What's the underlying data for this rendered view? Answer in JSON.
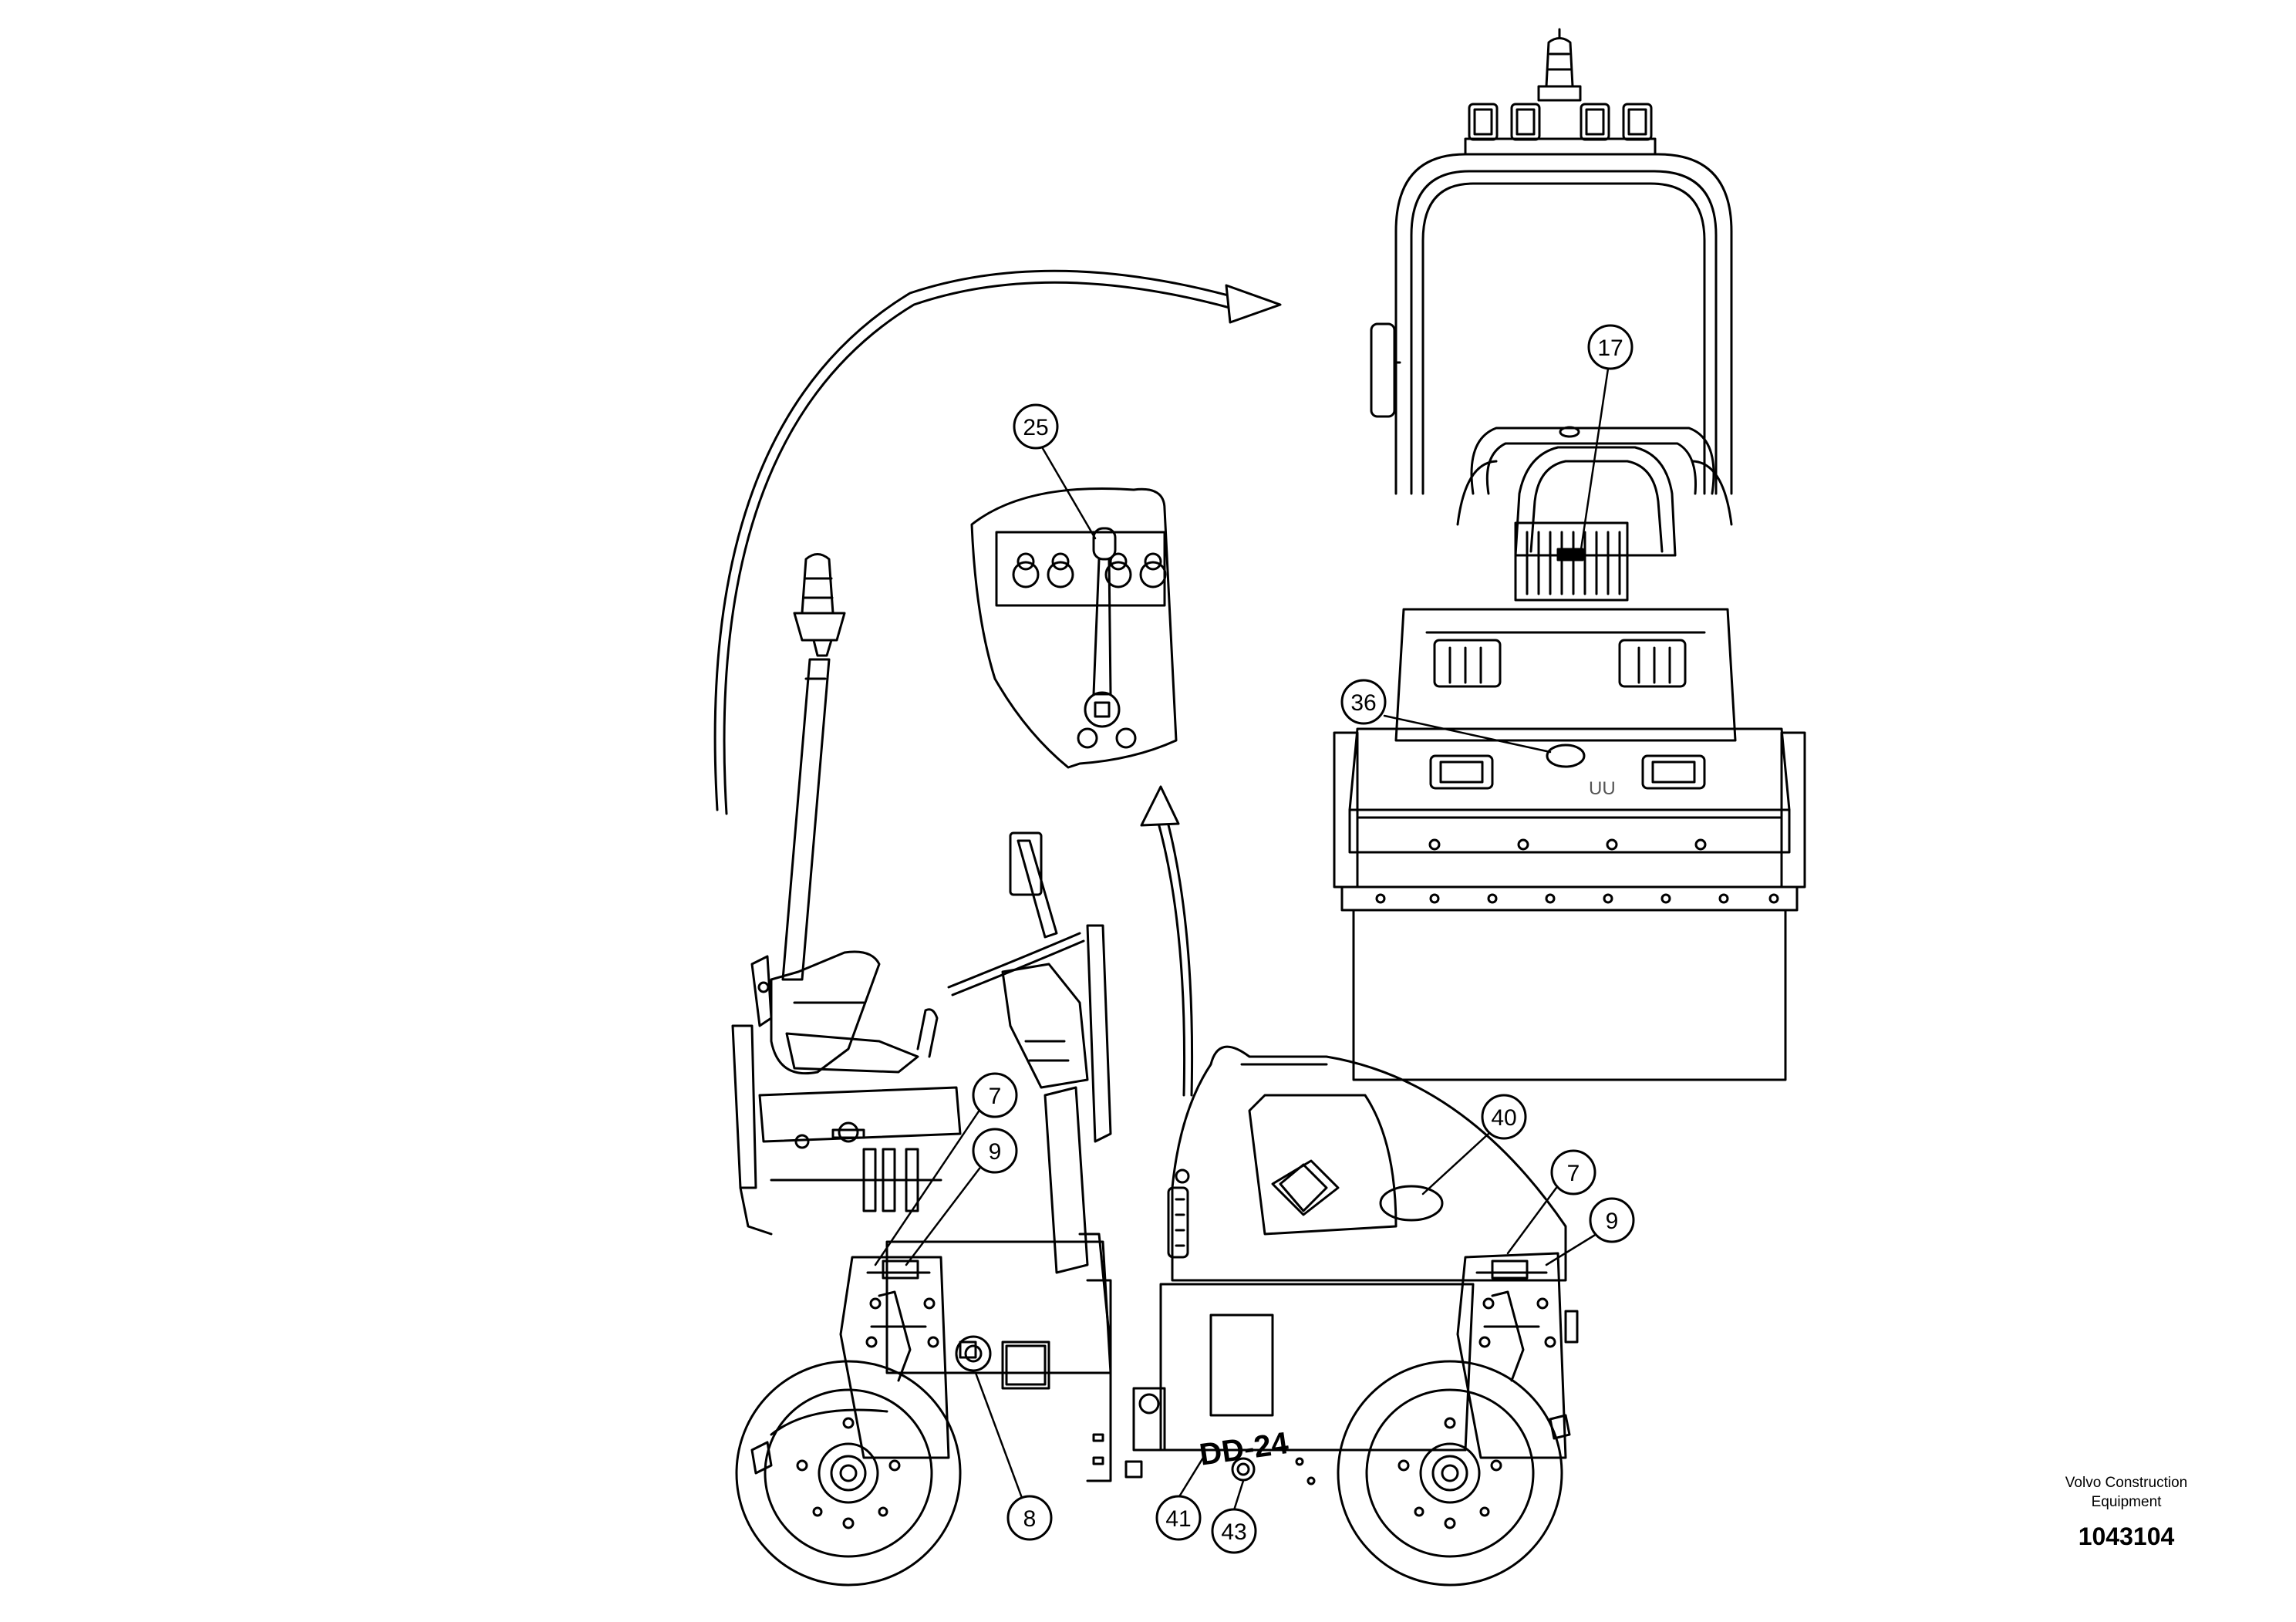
{
  "callouts": {
    "c17": "17",
    "c25": "25",
    "c36": "36",
    "c40": "40",
    "c7a": "7",
    "c9a": "9",
    "c7b": "7",
    "c9b": "9",
    "c8": "8",
    "c41": "41",
    "c43": "43"
  },
  "model_decal": "DD-24",
  "caption": {
    "company": "Volvo Construction\nEquipment",
    "code": "1043104"
  }
}
